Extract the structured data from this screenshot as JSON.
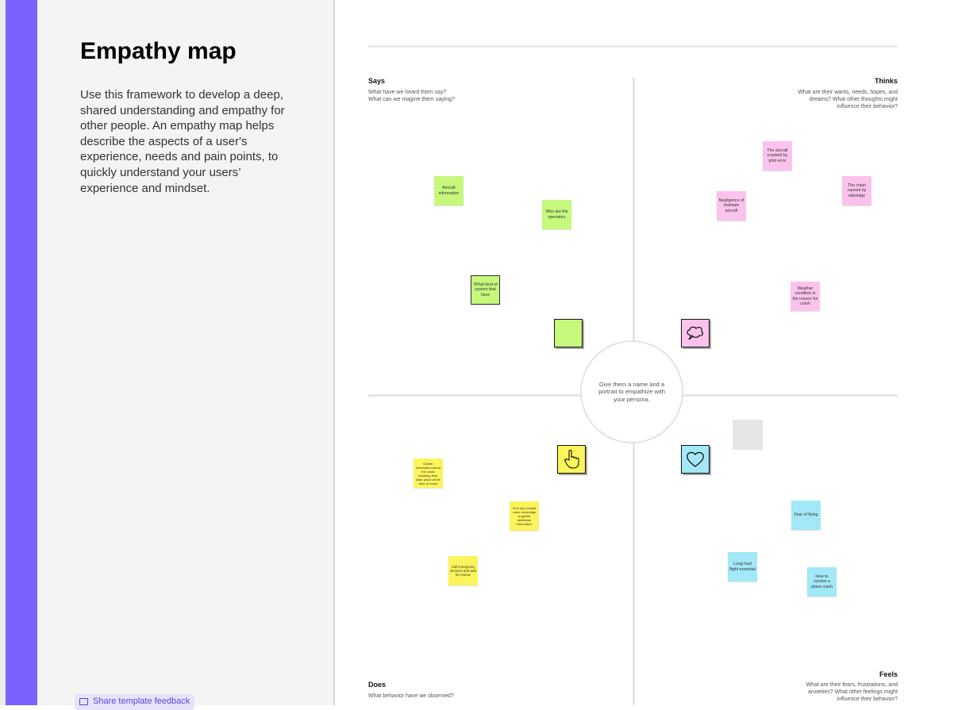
{
  "sidebar": {
    "title": "Empathy map",
    "description": "Use this framework to develop a deep, shared understanding and empathy for other people. An empathy map helps describe the aspects of a user's experience, needs and pain points, to quickly understand your users’ experience and mindset.",
    "feedback_label": "Share template feedback",
    "accent_color": "#7b61ff"
  },
  "quadrants": {
    "says": {
      "title": "Says",
      "desc": "What have we heard them say?\nWhat can we magine them saying?"
    },
    "thinks": {
      "title": "Thinks",
      "desc": "What are their wants, needs, hopes, and dreams? What other thoughts might influence their behavior?"
    },
    "does": {
      "title": "Does",
      "desc": "What behavior have we observed?"
    },
    "feels": {
      "title": "Feels",
      "desc": "What are their fears, frustrations, and anxieties? What other feelings might influence their behavior?"
    }
  },
  "persona_prompt": "Give them a name and a portrait to empathize with your persona.",
  "stickies": {
    "says": [
      "Aircraft information",
      "Who are the operators",
      "!What kind of system that have"
    ],
    "thinks": [
      "The aircraft crashed by pilot error",
      "The crash caused by sabotage",
      "Negligence of maintain aircraft",
      "Weather condition is the reason for crash"
    ],
    "does": [
      "Gather information about the crash including time, date, place at the time of crash",
      "Find any cockpit voice recordings to gather additional information",
      "Call emergency services and wait for rescue"
    ],
    "feels": [
      "Fear of flying",
      "Long haul flight essential",
      "How to survive a plane crash"
    ]
  },
  "icons": {
    "blank_sticky": "blank-sticky-icon",
    "thought": "thought-bubble-icon",
    "pointer": "hand-pointer-icon",
    "heart": "heart-icon"
  },
  "colors": {
    "green_sticky": "#c6f87c",
    "pink_sticky": "#fbc3eb",
    "yellow_sticky": "#fbf45a",
    "cyan_sticky": "#a3e8f7"
  }
}
